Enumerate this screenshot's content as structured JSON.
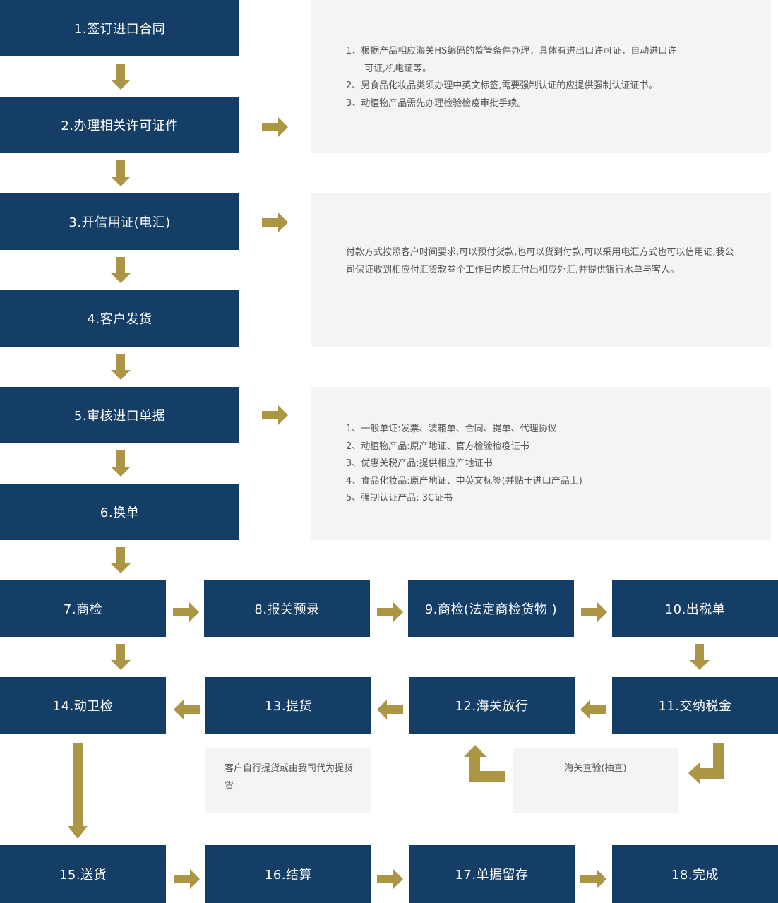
{
  "colors": {
    "box": "#153e66",
    "box_text": "#ffffff",
    "note_bg": "#f4f4f4",
    "note_text": "#555555",
    "arrow": "#ad9546"
  },
  "steps": [
    "1.签订进口合同",
    "2.办理相关许可证件",
    "3.开信用证(电汇)",
    "4.客户发货",
    "5.审核进口单据",
    "6.换单",
    "7.商检",
    "8.报关预录",
    "9.商检(法定商检货物 )",
    "10.出税单",
    "11.交纳税金",
    "12.海关放行",
    "13.提货",
    "14.动卫检",
    "15.送货",
    "16.结算",
    "17.单据留存",
    "18.完成"
  ],
  "notes": {
    "permits": [
      "1、根据产品相应海关HS编码的监管条件办理，具体有进出口许可证，自动进口许",
      "可证,机电证等。",
      "2、另食品化妆品类须办理中英文标签,需要强制认证的应提供强制认证证书。",
      "3、动植物产品需先办理检验检疫审批手续。"
    ],
    "payment": "付款方式按照客户时间要求,可以预付货款,也可以货到付款,可以采用电汇方式也可以信用证,我公司保证收到相应付汇货款叁个工作日内换汇付出相应外汇,并提供银行水单与客人。",
    "documents": [
      "1、一般单证:发票、装箱单、合同、提单、代理协议",
      "2、动植物产品:原产地证、官方检验检疫证书",
      "3、优惠关税产品:提供相应产地证书",
      "4、食品化妆品:原产地证、中英文标签(并贴于进口产品上)",
      "5、强制认证产品: 3C证书"
    ],
    "pickup": "客户自行提货或由我司代为提货货",
    "inspection": "海关查验(抽查)"
  }
}
